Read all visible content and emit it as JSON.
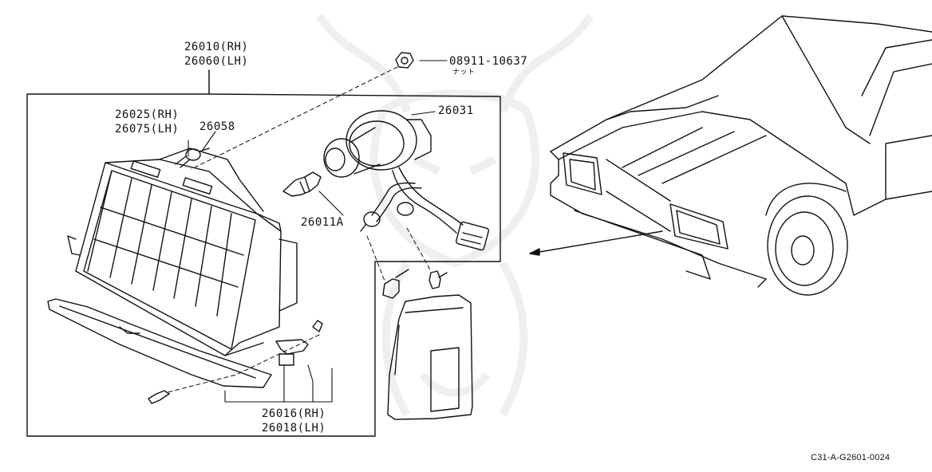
{
  "parts": {
    "housing_rh": "26010(RH)",
    "housing_lh": "26060(LH)",
    "nut_number": "08911-10637",
    "nut_caption": "ナット",
    "unit_rh": "26025(RH)",
    "unit_lh": "26075(LH)",
    "cap": "26058",
    "socket": "26031",
    "bulb": "26011A",
    "bracket_rh": "26016(RH)",
    "bracket_lh": "26018(LH)"
  },
  "diagram_code": "C31-A-G2601-0024",
  "colors": {
    "ink": "#111111",
    "watermark": "#9aa0a6"
  }
}
